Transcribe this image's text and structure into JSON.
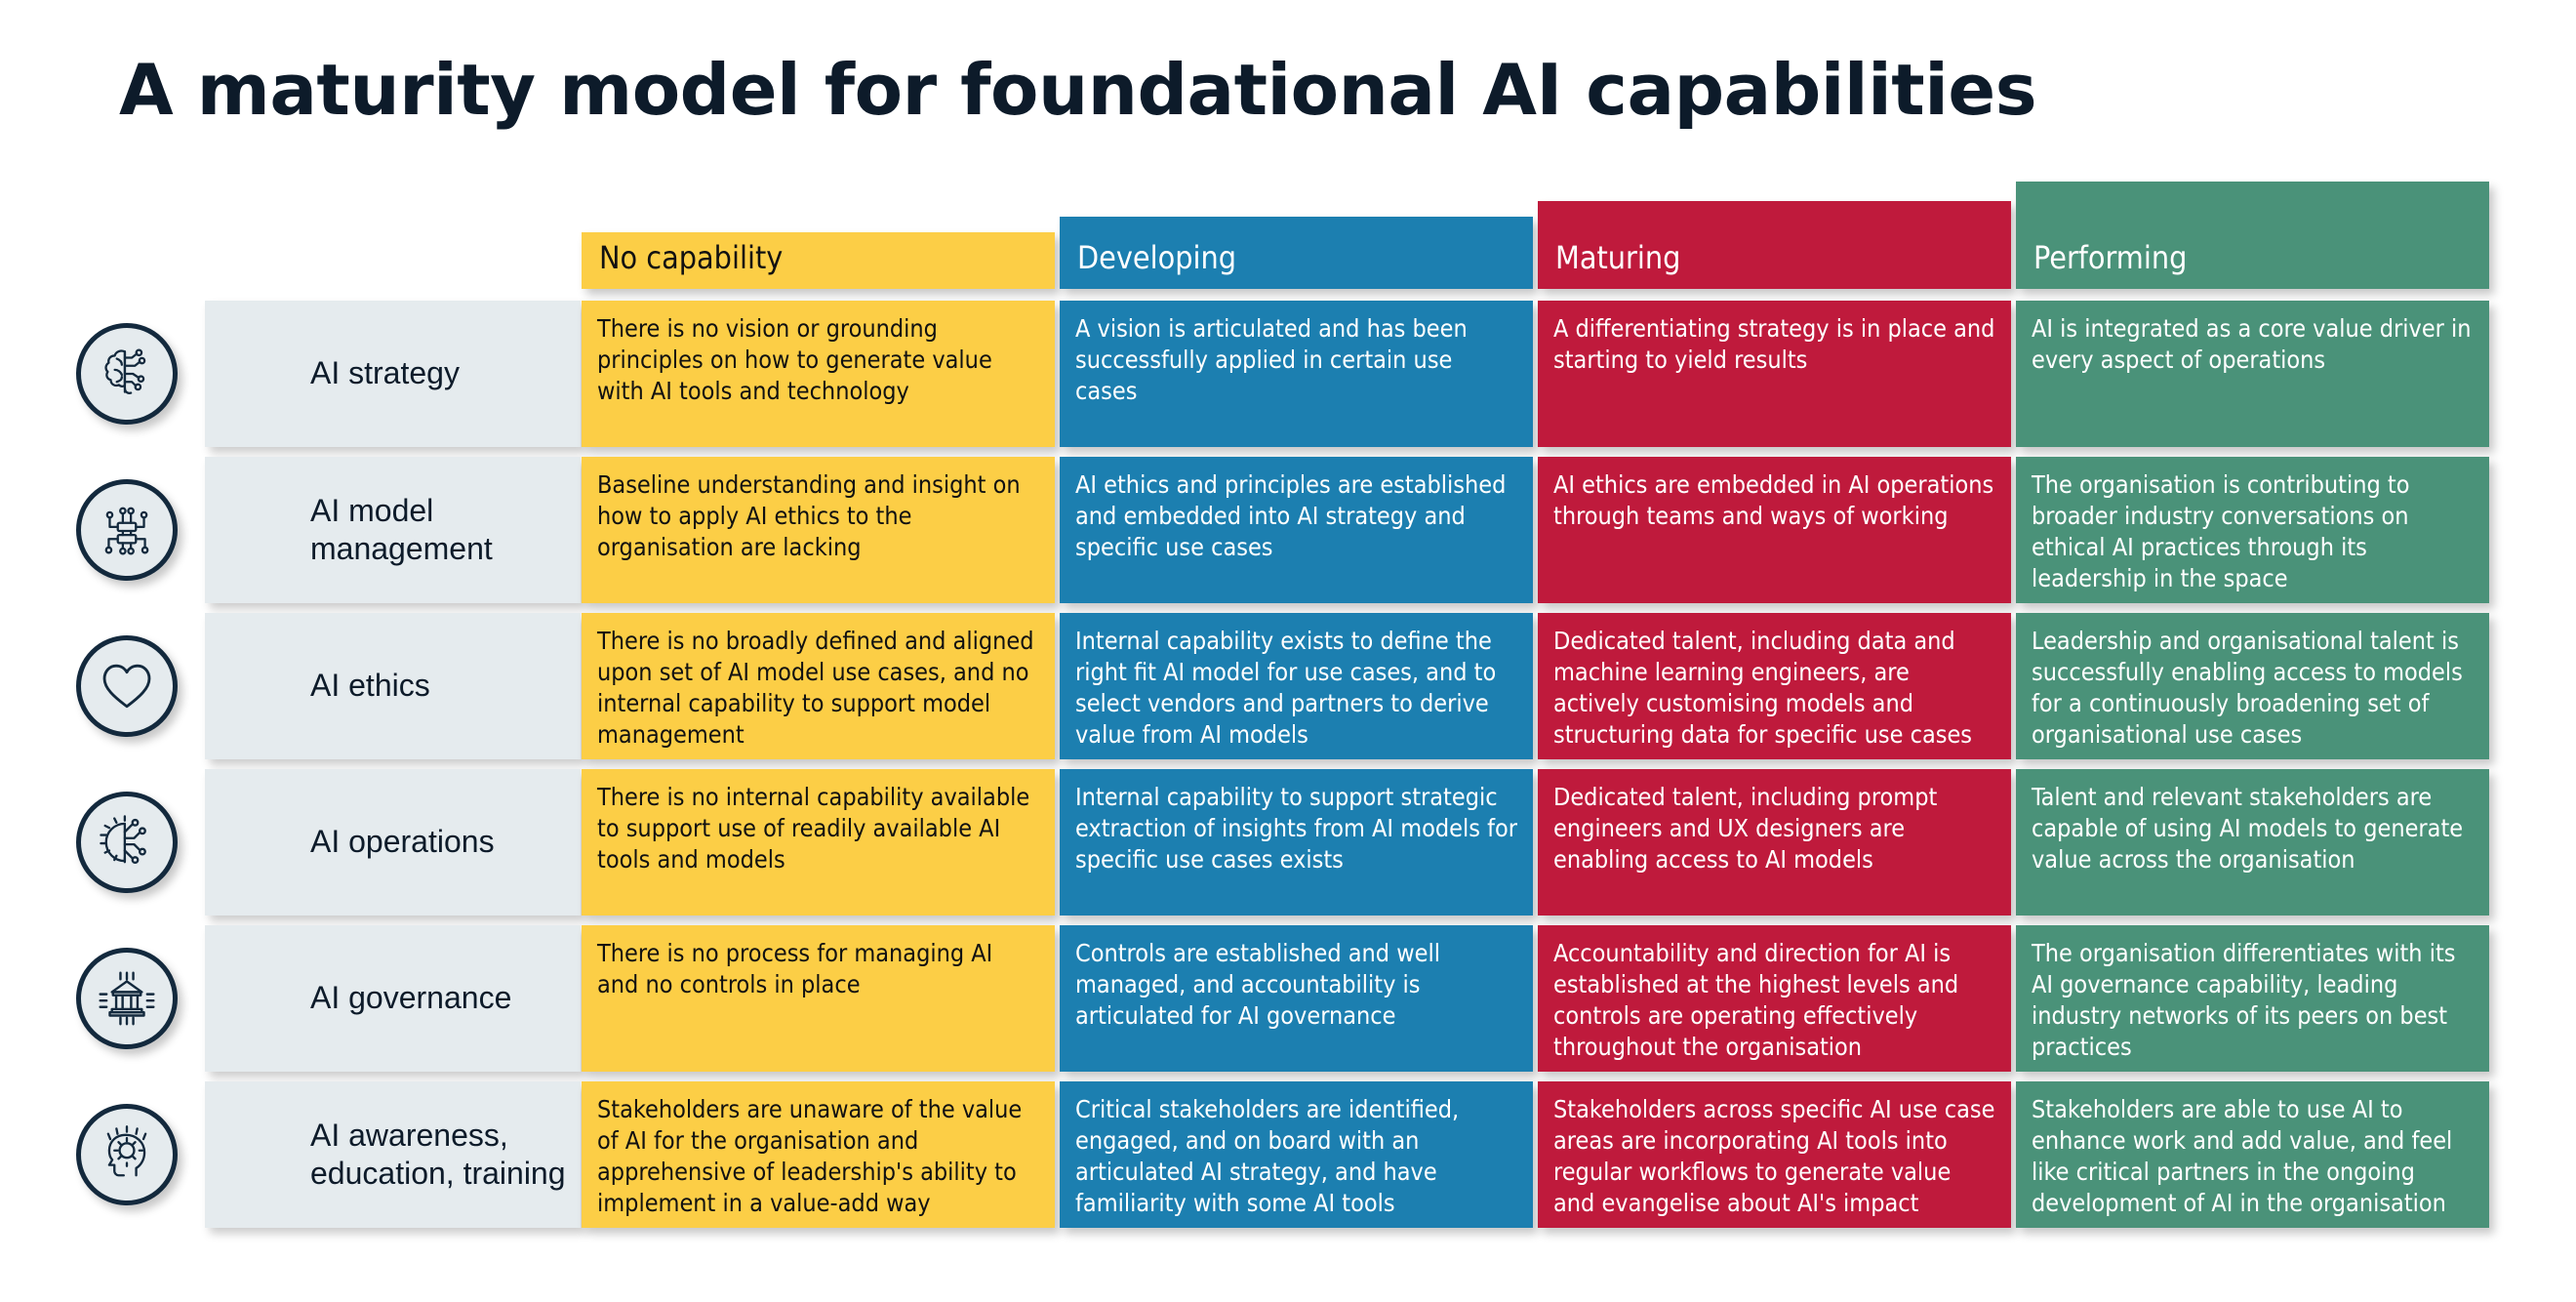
{
  "page": {
    "title": "A maturity model for foundational AI capabilities",
    "background": "#ffffff"
  },
  "colors": {
    "no_capability": "#FCCE46",
    "developing": "#1C7FB0",
    "maturing": "#BF1A3C",
    "performing": "#4A9279",
    "row_label_bg": "#e5ebee",
    "ink": "#13293d"
  },
  "columns": [
    {
      "key": "no_capability",
      "label": "No capability",
      "bg": "#FCCE46",
      "fg": "#111111"
    },
    {
      "key": "developing",
      "label": "Developing",
      "bg": "#1C7FB0",
      "fg": "#ffffff"
    },
    {
      "key": "maturing",
      "label": "Maturing",
      "bg": "#BF1A3C",
      "fg": "#ffffff"
    },
    {
      "key": "performing",
      "label": "Performing",
      "bg": "#4A9279",
      "fg": "#ffffff"
    }
  ],
  "rows": [
    {
      "label": "AI strategy",
      "icon": "brain-circuit-icon",
      "cells": [
        "There is no vision or grounding principles on how to generate value with AI tools and technology",
        "A vision is articulated and has been successfully applied in certain use cases",
        "A differentiating strategy is in place and starting to yield results",
        "AI is integrated as a core value driver in every aspect of operations"
      ]
    },
    {
      "label": "AI model management",
      "icon": "chip-network-icon",
      "cells": [
        "Baseline understanding and insight on how to apply AI ethics to the organisation are lacking",
        "AI ethics and principles are established and embedded into AI strategy and specific use cases",
        "AI ethics are embedded in AI operations through teams and ways of working",
        "The organisation is contributing to broader industry conversations on ethical AI practices through its leadership in the space"
      ]
    },
    {
      "label": "AI ethics",
      "icon": "heart-icon",
      "cells": [
        "There is no broadly defined and aligned upon set of AI model use cases, and no internal capability to support model management",
        "Internal capability exists to define the right fit AI model for use cases, and to select vendors and partners to derive value from AI models",
        "Dedicated talent, including data and machine learning engineers, are actively customising models and structuring data for specific use cases",
        "Leadership and organisational talent is successfully enabling access to models for a continuously broadening set of organisational use cases"
      ]
    },
    {
      "label": "AI operations",
      "icon": "gear-circuit-icon",
      "cells": [
        "There is no internal capability available to support use of readily available AI tools and models",
        "Internal capability to support strategic extraction of insights from AI models for specific use cases exists",
        "Dedicated talent, including prompt engineers and UX designers are enabling access to AI models",
        "Talent and relevant stakeholders are capable of using AI models to generate value across the organisation"
      ]
    },
    {
      "label": "AI governance",
      "icon": "institution-icon",
      "cells": [
        "There is no process for managing AI and no controls in place",
        "Controls are established and well managed, and accountability is articulated for AI governance",
        "Accountability and direction for AI is established at the highest levels and controls are operating effectively throughout the organisation",
        "The organisation differentiates with its AI governance capability, leading industry networks of its peers on best practices"
      ]
    },
    {
      "label": "AI awareness, education, training",
      "icon": "head-gear-idea-icon",
      "cells": [
        "Stakeholders are unaware of the value of AI for the organisation and apprehensive of leadership's ability to implement in a value-add way",
        "Critical stakeholders are identified, engaged, and on board with an articulated AI strategy, and have familiarity with some AI tools",
        "Stakeholders across specific AI use case areas are incorporating AI tools into regular workflows to generate value and evangelise about AI's impact",
        "Stakeholders are able to use AI to enhance work and add value, and feel like critical partners in the ongoing development of AI in the organisation"
      ]
    }
  ]
}
